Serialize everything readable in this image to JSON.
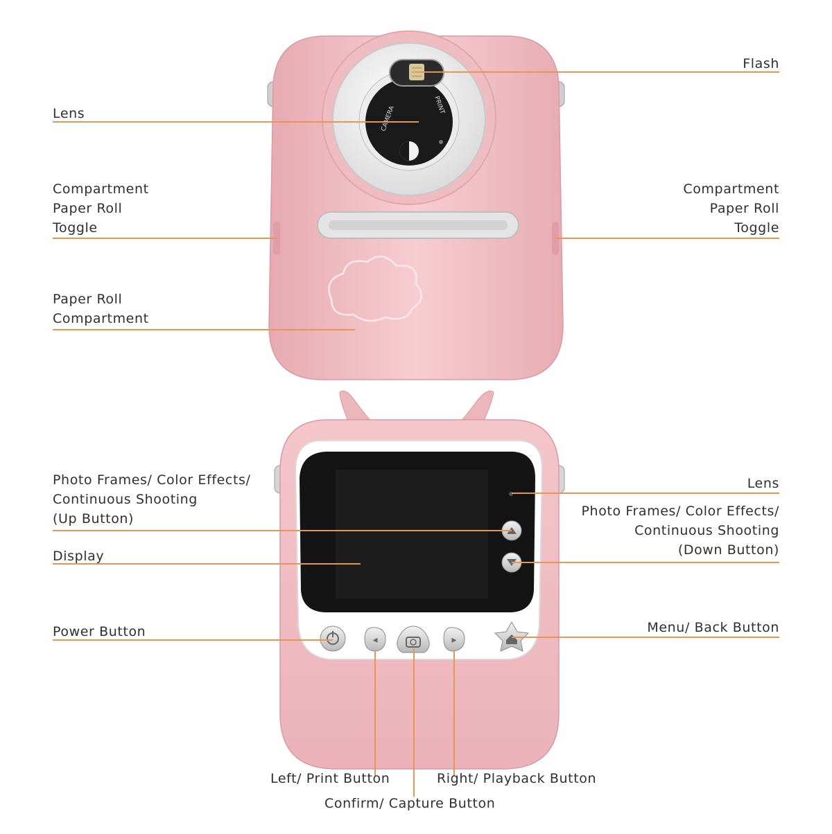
{
  "labels": {
    "front": {
      "lens": [
        "Lens"
      ],
      "flash": [
        "Flash"
      ],
      "compartment_left": [
        "Compartment",
        "Paper Roll",
        "Toggle"
      ],
      "compartment_right": [
        "Compartment",
        "Paper Roll",
        "Toggle"
      ],
      "paper_roll": [
        "Paper Roll",
        "Compartment"
      ]
    },
    "back": {
      "up_button": [
        "Photo Frames/ Color Effects/",
        "Continuous Shooting",
        "(Up Button)"
      ],
      "display": [
        "Display"
      ],
      "power": [
        "Power Button"
      ],
      "lens": [
        "Lens"
      ],
      "down_button": [
        "Photo Frames/ Color Effects/",
        "Continuous Shooting",
        "(Down Button)"
      ],
      "menu": [
        "Menu/ Back Button"
      ],
      "left_print": [
        "Left/ Print Button"
      ],
      "confirm_capture": [
        "Confirm/ Capture Button"
      ],
      "right_playback": [
        "Right/ Playback Button"
      ]
    }
  },
  "lens_ring_text": [
    "CAMERA",
    "PRINT"
  ],
  "colors": {
    "body": "#f3c3c8",
    "leader": "#e69552",
    "screen": "#111111",
    "text": "#2f2f2f"
  }
}
